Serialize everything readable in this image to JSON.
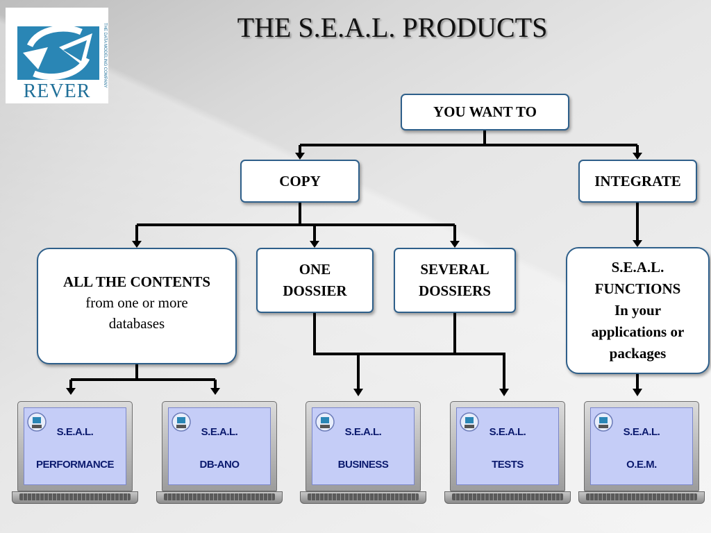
{
  "logo": {
    "word": "REVER",
    "tagline": "THE DATA MODELING COMPANY"
  },
  "title": "THE S.E.A.L. PRODUCTS",
  "diagram": {
    "root": "YOU WANT TO",
    "copy": "COPY",
    "integrate": "INTEGRATE",
    "all_contents": {
      "line1": "ALL THE CONTENTS",
      "line2": "from one or more",
      "line3": "databases"
    },
    "one_dossier": {
      "line1": "ONE",
      "line2": "DOSSIER"
    },
    "several_dossiers": {
      "line1": "SEVERAL",
      "line2": "DOSSIERS"
    },
    "functions": {
      "line1": "S.E.A.L.",
      "line2": "FUNCTIONS",
      "line3": "In your",
      "line4": "applications or",
      "line5": "packages"
    }
  },
  "products": [
    {
      "line1": "S.E.A.L.",
      "line2": "PERFORMANCE"
    },
    {
      "line1": "S.E.A.L.",
      "line2": "DB-ANO"
    },
    {
      "line1": "S.E.A.L.",
      "line2": "BUSINESS"
    },
    {
      "line1": "S.E.A.L.",
      "line2": "TESTS"
    },
    {
      "line1": "S.E.A.L.",
      "line2": "O.E.M."
    }
  ],
  "colors": {
    "border": "#2e5f8a",
    "screen": "#c5cdf7",
    "product_text": "#0b1a6e",
    "logo": "#2a86b5"
  }
}
